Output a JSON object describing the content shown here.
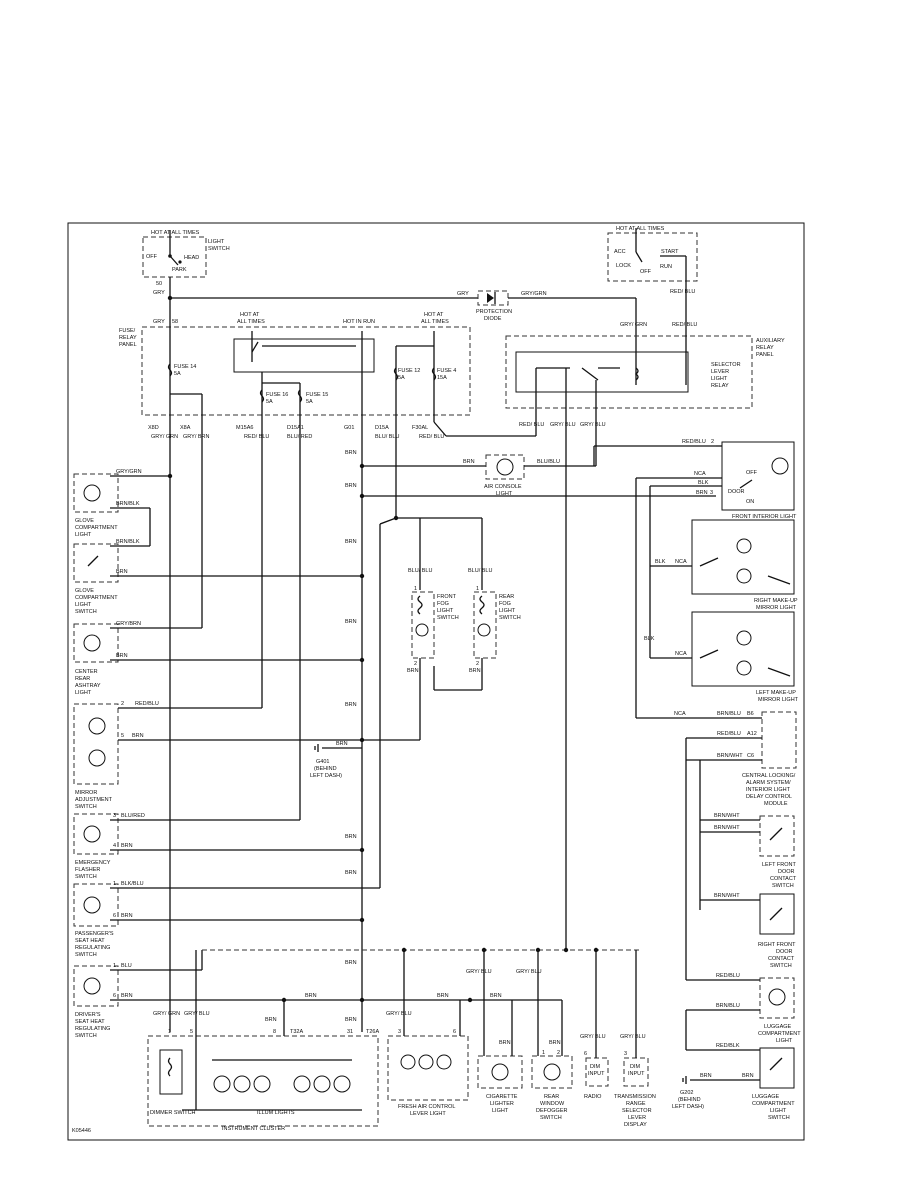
{
  "diagram_id": "K05446",
  "wires": {
    "gry": "GRY",
    "gry_grn": "GRY/GRN",
    "red_blu": "RED/ BLU",
    "red_blu2": "RED/BLU",
    "gry_blu": "GRY/ BLU",
    "brn": "BRN",
    "blu_blu": "BLU/ BLU",
    "blk_blu": "BLK/BLU",
    "blk": "BLK",
    "brn_blk": "BRN/BLK",
    "gry_brn": "GRY/BRN",
    "blu_red": "BLU/RED",
    "blu": "BLU",
    "brn_wht": "BRN/WHT",
    "brn_blu": "BRN/BLU",
    "red_blk": "RED/BLK",
    "blu_blu2": "BLU/BLU",
    "blu_red2": "BLU/ RED",
    "red_blu_top": "RED/ BLU",
    "gry_grn2": "GRY/ GRN",
    "gry_brn2": "GRY/ BRN",
    "brn_blu2": "BRN/BLU"
  },
  "labels": {
    "hot_at_all_times": "HOT AT ALL TIMES",
    "hot_at": "HOT AT",
    "all_times": "ALL TIMES",
    "hot_in_run": "HOT IN RUN",
    "light_switch_1": "LIGHT",
    "light_switch_2": "SWITCH",
    "off": "OFF",
    "head": "HEAD",
    "park": "PARK",
    "acc": "ACC",
    "start": "START",
    "lock": "LOCK",
    "run": "RUN",
    "pin_50": "50",
    "pin_58": "58",
    "fuse_relay_1": "FUSE/",
    "fuse_relay_2": "RELAY",
    "fuse_relay_3": "PANEL",
    "fuse14": "FUSE 14",
    "fuse14a": "5A",
    "fuse16": "FUSE 16",
    "fuse16a": "5A",
    "fuse15": "FUSE 15",
    "fuse15a": "5A",
    "fuse12": "FUSE 12",
    "fuse12a": "5A",
    "fuse4": "FUSE 4",
    "fuse4a": "15A",
    "protection_diode_1": "PROTECTION",
    "protection_diode_2": "DIODE",
    "aux_relay_1": "AUXILIARY",
    "aux_relay_2": "RELAY",
    "aux_relay_3": "PANEL",
    "selector_1": "SELECTOR",
    "selector_2": "LEVER",
    "selector_3": "LIGHT",
    "selector_4": "RELAY",
    "c_x8d": "X8D",
    "c_x8a": "X8A",
    "c_m15a": "M15A6",
    "c_d15a": "D15A1",
    "c_g01": "G01",
    "c_d15a2": "D15A",
    "c_f30al": "F30AL",
    "air_console_1": "AIR CONSOLE",
    "air_console_2": "LIGHT",
    "glove_light_1": "GLOVE",
    "glove_light_2": "COMPARTMENT",
    "glove_light_3": "LIGHT",
    "glove_sw_1": "GLOVE",
    "glove_sw_2": "COMPARTMENT",
    "glove_sw_3": "LIGHT",
    "glove_sw_4": "SWITCH",
    "ashtray_1": "CENTER",
    "ashtray_2": "REAR",
    "ashtray_3": "ASHTRAY",
    "ashtray_4": "LIGHT",
    "mirror_adj_1": "MIRROR",
    "mirror_adj_2": "ADJUSTMENT",
    "mirror_adj_3": "SWITCH",
    "g401_1": "G401",
    "g401_2": "(BEHIND",
    "g401_3": "LEFT DASH)",
    "emerg_1": "EMERGENCY",
    "emerg_2": "FLASHER",
    "emerg_3": "SWITCH",
    "pass_seat_1": "PASSENGER'S",
    "pass_seat_2": "SEAT HEAT",
    "pass_seat_3": "REGULATING",
    "pass_seat_4": "SWITCH",
    "drv_seat_1": "DRIVER'S",
    "drv_seat_2": "SEAT HEAT",
    "drv_seat_3": "REGULATING",
    "drv_seat_4": "SWITCH",
    "front_fog_1": "FRONT",
    "front_fog_2": "FOG",
    "front_fog_3": "LIGHT",
    "front_fog_4": "SWITCH",
    "rear_fog_1": "REAR",
    "rear_fog_2": "FOG",
    "rear_fog_3": "LIGHT",
    "rear_fog_4": "SWITCH",
    "front_int_light": "FRONT INTERIOR LIGHT",
    "door": "DOOR",
    "on": "ON",
    "nca": "NCA",
    "rh_mirror_1": "RIGHT MAKE-UP",
    "rh_mirror_2": "MIRROR LIGHT",
    "lh_mirror_1": "LEFT MAKE-UP",
    "lh_mirror_2": "MIRROR LIGHT",
    "b6": "B6",
    "a12": "A12",
    "c6": "C6",
    "clm_1": "CENTRAL LOCKING/",
    "clm_2": "ALARM SYSTEM/",
    "clm_3": "INTERIOR LIGHT",
    "clm_4": "DELAY CONTROL",
    "clm_5": "MODULE",
    "lf_door_1": "LEFT FRONT",
    "lf_door_2": "DOOR",
    "lf_door_3": "CONTACT",
    "lf_door_4": "SWITCH",
    "rf_door_1": "RIGHT FRONT",
    "rf_door_2": "DOOR",
    "rf_door_3": "CONTACT",
    "rf_door_4": "SWITCH",
    "lug_light_1": "LUGGAGE",
    "lug_light_2": "COMPARTMENT",
    "lug_light_3": "LIGHT",
    "lug_sw_1": "LUGGAGE",
    "lug_sw_2": "COMPARTMENT",
    "lug_sw_3": "LIGHT",
    "lug_sw_4": "SWITCH",
    "g202_1": "G202",
    "g202_2": "(BEHIND",
    "g202_3": "LEFT DASH)",
    "dimmer_switch": "DIMMER SWITCH",
    "illum_lights": "ILLUM LIGHTS",
    "instrument_cluster": "INSTRUMENT CLUSTER",
    "t32a": "T32A",
    "t26a": "T26A",
    "fresh_air_1": "FRESH AIR CONTROL",
    "fresh_air_2": "LEVER LIGHT",
    "cig_1": "CIGARETTE",
    "cig_2": "LIGHTER",
    "cig_3": "LIGHT",
    "rear_def_1": "REAR",
    "rear_def_2": "WINDOW",
    "rear_def_3": "DEFOGGER",
    "rear_def_4": "SWITCH",
    "radio": "RADIO",
    "trans_1": "TRANSMISSION",
    "trans_2": "RANGE",
    "trans_3": "SELECTOR",
    "trans_4": "LEVER",
    "trans_5": "DISPLAY",
    "dim_1": "DIM",
    "dim_2": "INPUT",
    "n1": "1",
    "n2": "2",
    "n3": "3",
    "n4": "4",
    "n5": "5",
    "n6": "6",
    "n8": "8",
    "n31": "31"
  }
}
